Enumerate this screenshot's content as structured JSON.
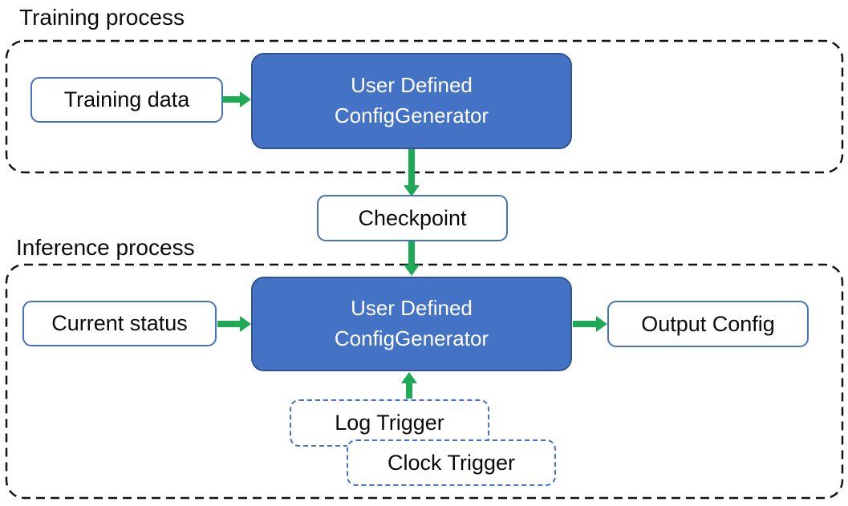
{
  "colors": {
    "accent_blue": "#4472c4",
    "accent_blue_dark": "#2f5597",
    "arrow_green": "#1eaa55",
    "node_text_white": "#ffffff"
  },
  "sections": {
    "training": {
      "label": "Training process",
      "training_data": {
        "label": "Training data"
      },
      "config_generator": {
        "line1": "User Defined",
        "line2": "ConfigGenerator"
      }
    },
    "checkpoint": {
      "label": "Checkpoint"
    },
    "inference": {
      "label": "Inference process",
      "current_status": {
        "label": "Current status"
      },
      "config_generator": {
        "line1": "User Defined",
        "line2": "ConfigGenerator"
      },
      "output_config": {
        "label": "Output Config"
      },
      "log_trigger": {
        "label": "Log Trigger"
      },
      "clock_trigger": {
        "label": "Clock Trigger"
      }
    }
  },
  "connections": [
    {
      "from": "Training data",
      "to": "User Defined ConfigGenerator (training)",
      "direction": "right"
    },
    {
      "from": "User Defined ConfigGenerator (training)",
      "to": "Checkpoint",
      "direction": "down"
    },
    {
      "from": "Checkpoint",
      "to": "User Defined ConfigGenerator (inference)",
      "direction": "down"
    },
    {
      "from": "Current status",
      "to": "User Defined ConfigGenerator (inference)",
      "direction": "right"
    },
    {
      "from": "User Defined ConfigGenerator (inference)",
      "to": "Output Config",
      "direction": "right"
    },
    {
      "from": "Log Trigger",
      "to": "User Defined ConfigGenerator (inference)",
      "direction": "up"
    }
  ]
}
